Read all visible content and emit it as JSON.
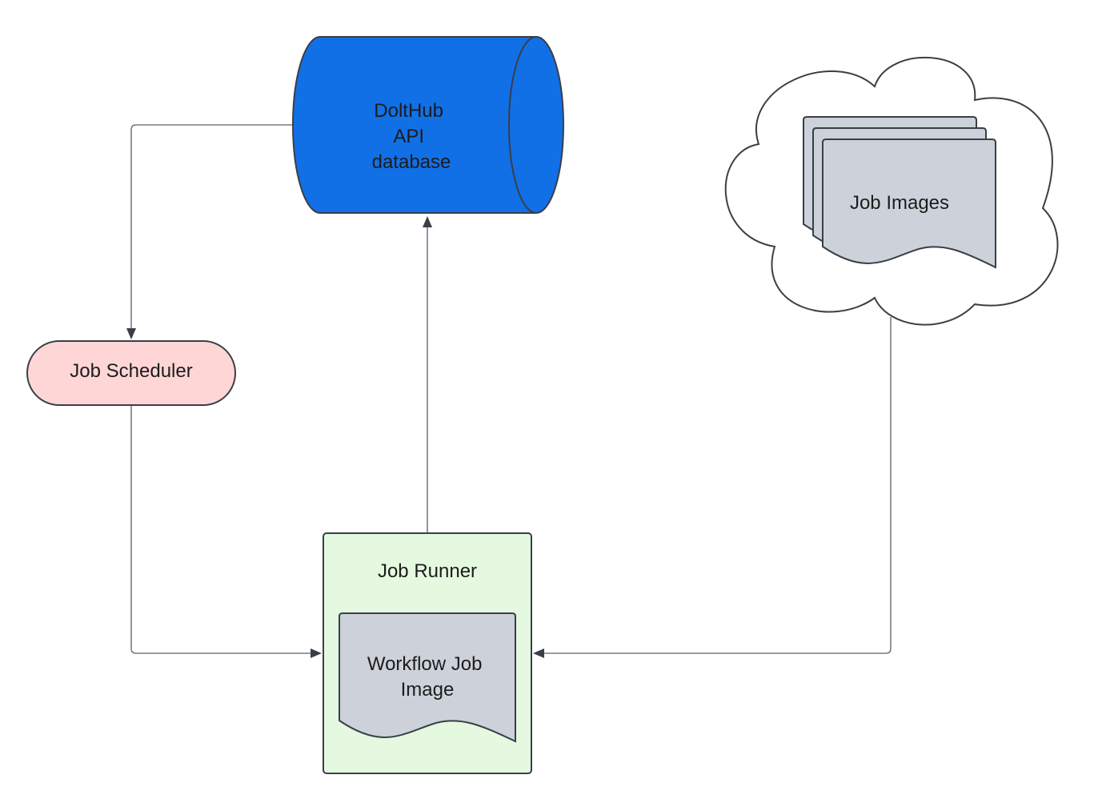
{
  "diagram": {
    "colors": {
      "database_fill": "#1170e6",
      "scheduler_fill": "#ffd6d6",
      "runner_fill": "#e4f9e0",
      "document_fill": "#cdd2da",
      "cloud_fill": "#ffffff",
      "stroke": "#3a3f47"
    },
    "nodes": {
      "database": {
        "shape": "cylinder",
        "lines": [
          "DoltHub",
          "API",
          "database"
        ]
      },
      "scheduler": {
        "shape": "terminator",
        "label": "Job Scheduler"
      },
      "runner": {
        "shape": "container",
        "label": "Job Runner"
      },
      "workflow_image": {
        "shape": "document",
        "lines": [
          "Workflow Job",
          "Image"
        ]
      },
      "cloud": {
        "shape": "cloud"
      },
      "job_images": {
        "shape": "multi-document",
        "label": "Job Images"
      }
    },
    "edges": [
      {
        "from": "database",
        "to": "scheduler"
      },
      {
        "from": "scheduler",
        "to": "runner"
      },
      {
        "from": "runner",
        "to": "database"
      },
      {
        "from": "cloud",
        "to": "runner"
      }
    ]
  }
}
